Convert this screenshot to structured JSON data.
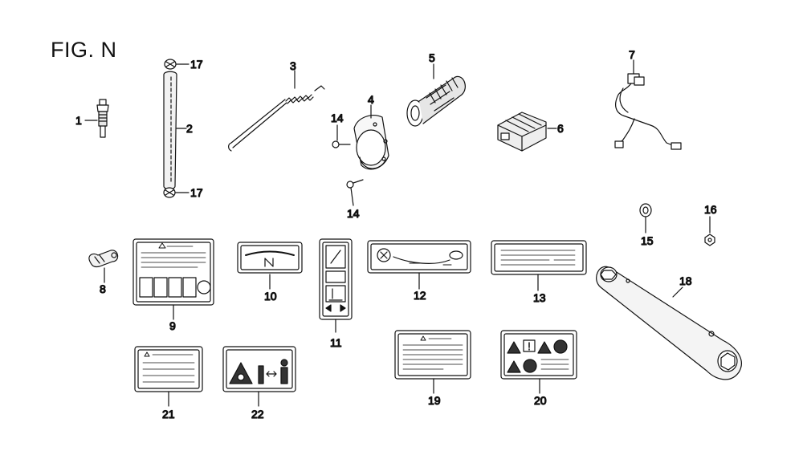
{
  "title": "FIG. N",
  "colors": {
    "line": "#111111",
    "background": "#ffffff",
    "shade": "#d8d8d8"
  },
  "callouts": [
    "1",
    "2",
    "3",
    "4",
    "5",
    "6",
    "7",
    "8",
    "9",
    "10",
    "11",
    "12",
    "13",
    "14",
    "14",
    "15",
    "16",
    "17",
    "17",
    "18",
    "19",
    "20",
    "21",
    "22"
  ],
  "parts": [
    {
      "name": "spark-plug",
      "callout": "1"
    },
    {
      "name": "rod",
      "callout": "2"
    },
    {
      "name": "spring-wire",
      "callout": "3"
    },
    {
      "name": "cover",
      "callout": "4"
    },
    {
      "name": "grip",
      "callout": "5"
    },
    {
      "name": "regulator-block",
      "callout": "6"
    },
    {
      "name": "wire-harness",
      "callout": "7"
    },
    {
      "name": "clip",
      "callout": "8"
    },
    {
      "name": "warning-label",
      "callout": "9"
    },
    {
      "name": "label",
      "callout": "10"
    },
    {
      "name": "label",
      "callout": "11"
    },
    {
      "name": "label",
      "callout": "12"
    },
    {
      "name": "label",
      "callout": "13"
    },
    {
      "name": "screw",
      "callout": "14"
    },
    {
      "name": "nut",
      "callout": "15"
    },
    {
      "name": "nut",
      "callout": "16"
    },
    {
      "name": "cap",
      "callout": "17"
    },
    {
      "name": "tube-wrench",
      "callout": "18"
    },
    {
      "name": "label",
      "callout": "19"
    },
    {
      "name": "label",
      "callout": "20"
    },
    {
      "name": "label",
      "callout": "21"
    },
    {
      "name": "label",
      "callout": "22"
    }
  ]
}
